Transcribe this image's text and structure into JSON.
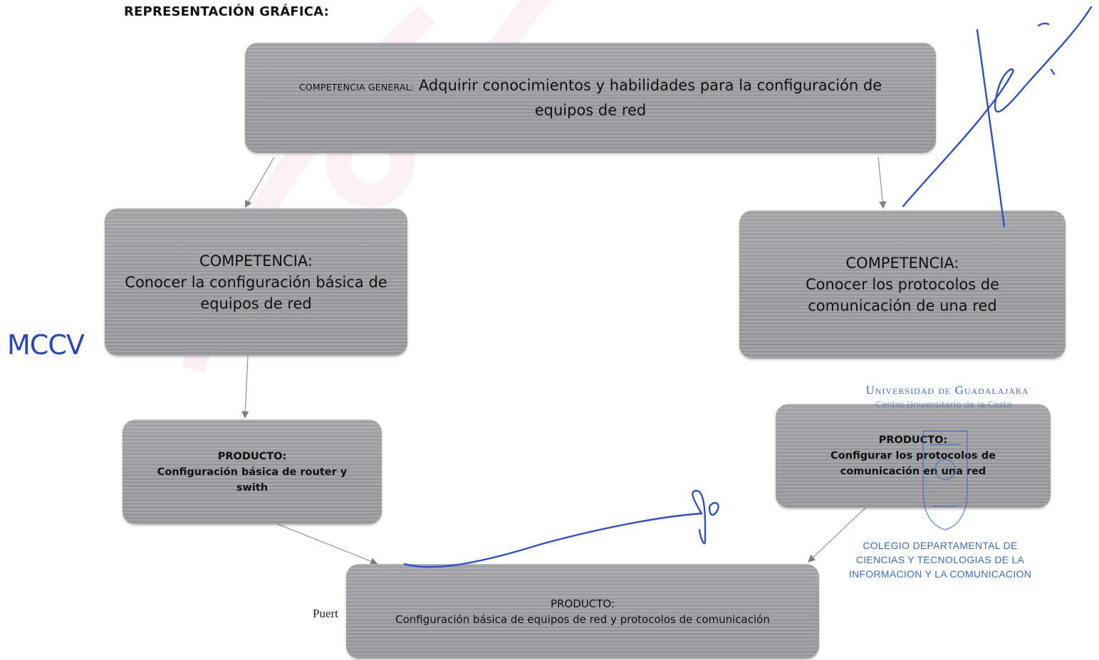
{
  "heading": "REPRESENTACIÓN GRÁFICA:",
  "general": {
    "tag": "COMPETENCIA GENERAL:",
    "text_line1": "Adquirir conocimientos y habilidades para la configuración de",
    "text_line2": "equipos de red"
  },
  "competencia_left": {
    "title": "COMPETENCIA:",
    "text": "Conocer la configuración básica de equipos de red"
  },
  "competencia_right": {
    "title": "COMPETENCIA:",
    "text": "Conocer los protocolos de comunicación de una red"
  },
  "producto_left": {
    "title": "PRODUCTO:",
    "text": "Configuración básica de router y swith"
  },
  "producto_right": {
    "title": "PRODUCTO:",
    "text": "Configurar los protocolos de comunicación en una red"
  },
  "producto_final": {
    "title": "PRODUCTO:",
    "text": "Configuración básica de equipos de red y protocolos de comunicación"
  },
  "partial_text": "Puert",
  "stamp": {
    "university": "Universidad de Guadalajara",
    "center": "Centro Universitario de la Costa",
    "college_line1": "COLEGIO DEPARTAMENTAL DE",
    "college_line2": "CIENCIAS Y TECNOLOGIAS DE LA",
    "college_line3": "INFORMACION Y LA COMUNICACION"
  },
  "initials": "MCCV",
  "colors": {
    "node_fill": "#a0a2a6",
    "ink_blue": "#2846b8",
    "stamp_blue": "#3d6db8",
    "arrow": "#8a8a8a"
  }
}
